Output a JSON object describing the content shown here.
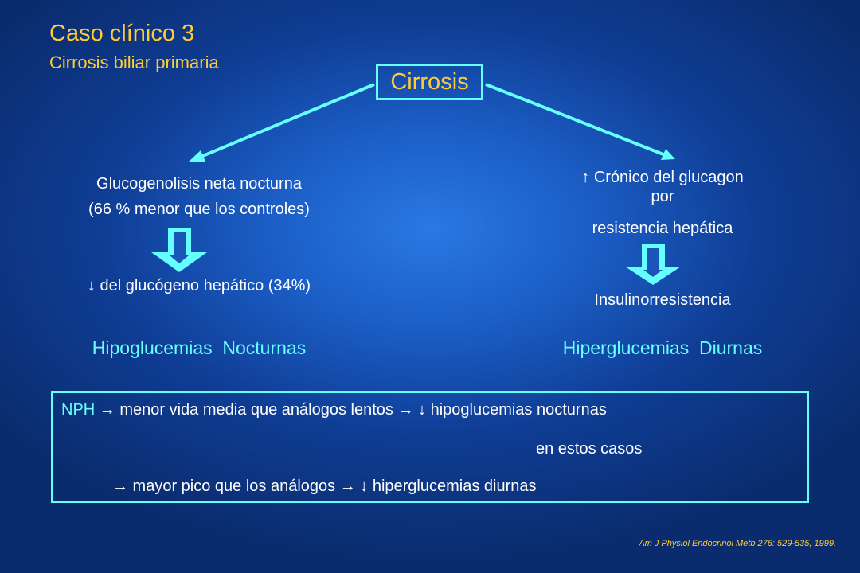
{
  "header": {
    "title": "Caso clínico 3",
    "subtitle": "Cirrosis biliar primaria"
  },
  "root": {
    "label": "Cirrosis"
  },
  "left_branch": {
    "cause_line1": "Glucogenolisis neta nocturna",
    "cause_line2": "(66 % menor que los controles)",
    "effect": "↓ del glucógeno hepático (34%)",
    "outcome": "Hipoglucemias  Nocturnas"
  },
  "right_branch": {
    "cause_line1": "↑ Crónico del glucagon",
    "cause_line2": "por",
    "cause_line3": "resistencia hepática",
    "effect": "Insulinorresistencia",
    "outcome": "Hiperglucemias  Diurnas"
  },
  "note": {
    "line1_prefix": "NPH",
    "line1_rest": " → menor vida media que análogos lentos → ↓ hipoglucemias nocturnas",
    "line2": "en estos casos",
    "line3": "→ mayor pico que los análogos →  ↓ hiperglucemias diurnas"
  },
  "reference": "Am J Physiol Endocrinol Metb 276: 529-535, 1999.",
  "colors": {
    "accent_yellow": "#ffcc33",
    "accent_cyan": "#66ffff",
    "text_white": "#ffffff"
  }
}
